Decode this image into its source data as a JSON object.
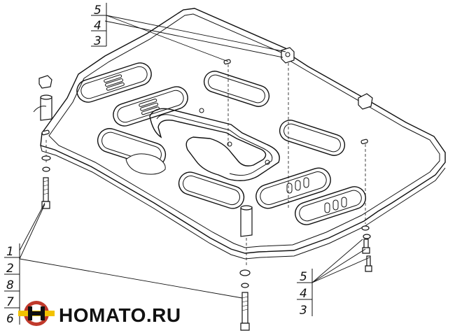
{
  "callouts": {
    "top": [
      "5",
      "4",
      "3"
    ],
    "left": [
      "1",
      "2",
      "8",
      "7",
      "6"
    ],
    "right": [
      "5",
      "4",
      "3"
    ]
  },
  "logo": {
    "text": "HOMATO.RU",
    "colors": {
      "outer": "#c0392b",
      "accent": "#f2c200",
      "dark": "#111111"
    }
  },
  "colors": {
    "line": "#111111",
    "background": "#ffffff"
  }
}
